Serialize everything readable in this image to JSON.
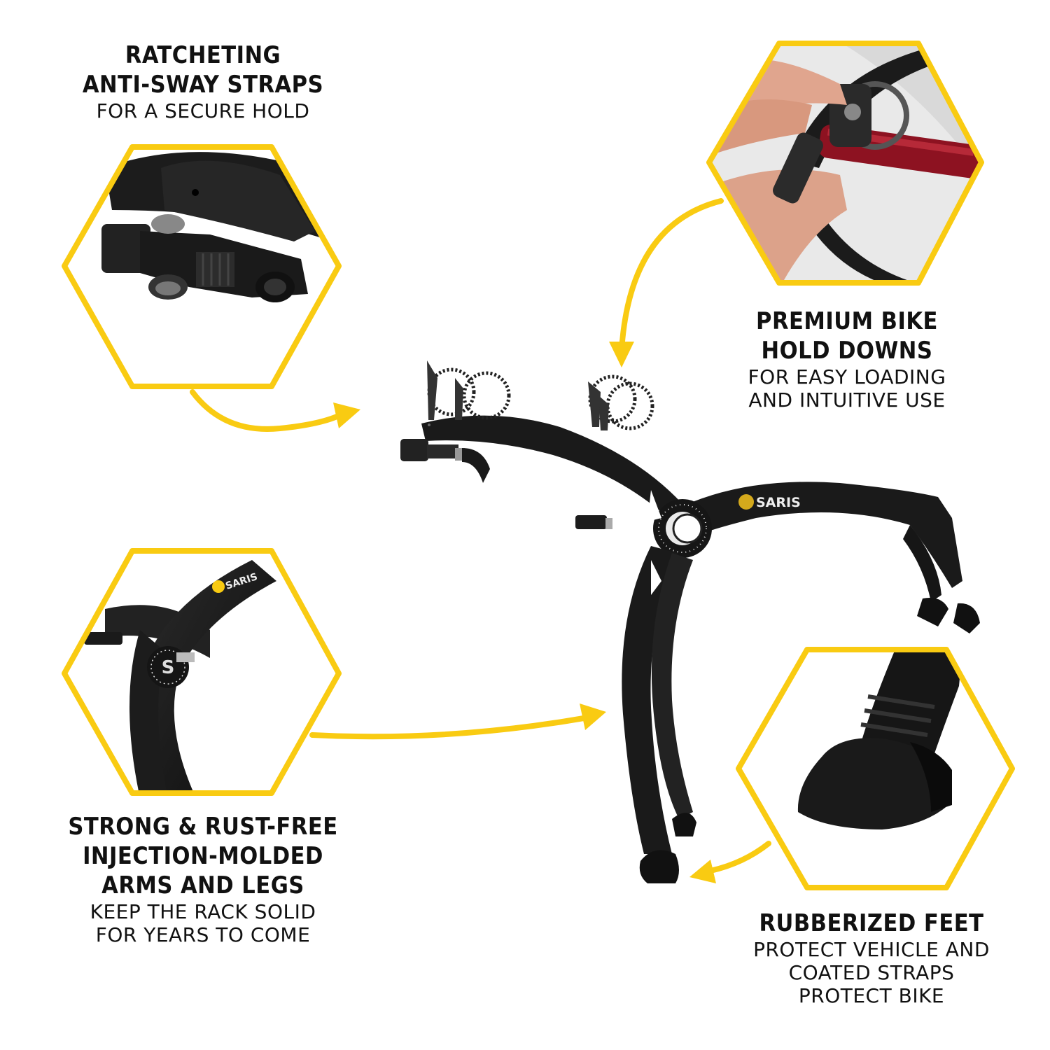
{
  "colors": {
    "accent_yellow": "#F9CB12",
    "text": "#111111",
    "product_black": "#1a1a1a",
    "background": "#FFFFFF"
  },
  "brand": {
    "logo_text": "SARIS"
  },
  "features": [
    {
      "id": "ratcheting-straps",
      "heading_lines": [
        "RATCHETING",
        "ANTI-SWAY STRAPS"
      ],
      "sub_lines": [
        "FOR A SECURE HOLD"
      ],
      "image": "ratcheting-strap-closeup"
    },
    {
      "id": "bike-hold-downs",
      "heading_lines": [
        "PREMIUM BIKE",
        "HOLD DOWNS"
      ],
      "sub_lines": [
        "FOR EASY LOADING",
        "AND INTUITIVE USE"
      ],
      "image": "hands-securing-bike-frame"
    },
    {
      "id": "molded-arms",
      "heading_lines": [
        "STRONG & RUST-FREE",
        "INJECTION-MOLDED",
        "ARMS AND LEGS"
      ],
      "sub_lines": [
        "KEEP THE RACK SOLID",
        "FOR YEARS TO COME"
      ],
      "image": "arm-hub-closeup"
    },
    {
      "id": "rubberized-feet",
      "heading_lines": [
        "RUBBERIZED FEET"
      ],
      "sub_lines": [
        "PROTECT VEHICLE AND",
        "COATED STRAPS",
        "PROTECT BIKE"
      ],
      "image": "rubber-foot-closeup"
    }
  ]
}
